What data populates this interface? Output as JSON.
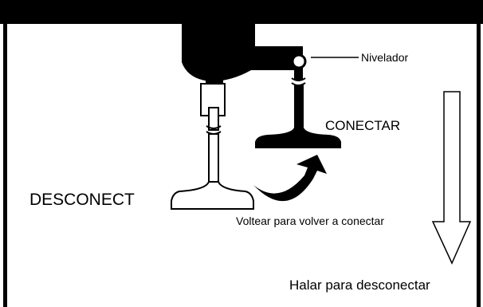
{
  "labels": {
    "leveler": "Nivelador",
    "connect": "CONECTAR",
    "disconnect": "DESCONECT",
    "flip_to_reconnect": "Voltear para volver a conectar",
    "pull_to_disconnect": "Halar para desconectar"
  },
  "colors": {
    "ink": "#000000",
    "background": "#ffffff"
  }
}
